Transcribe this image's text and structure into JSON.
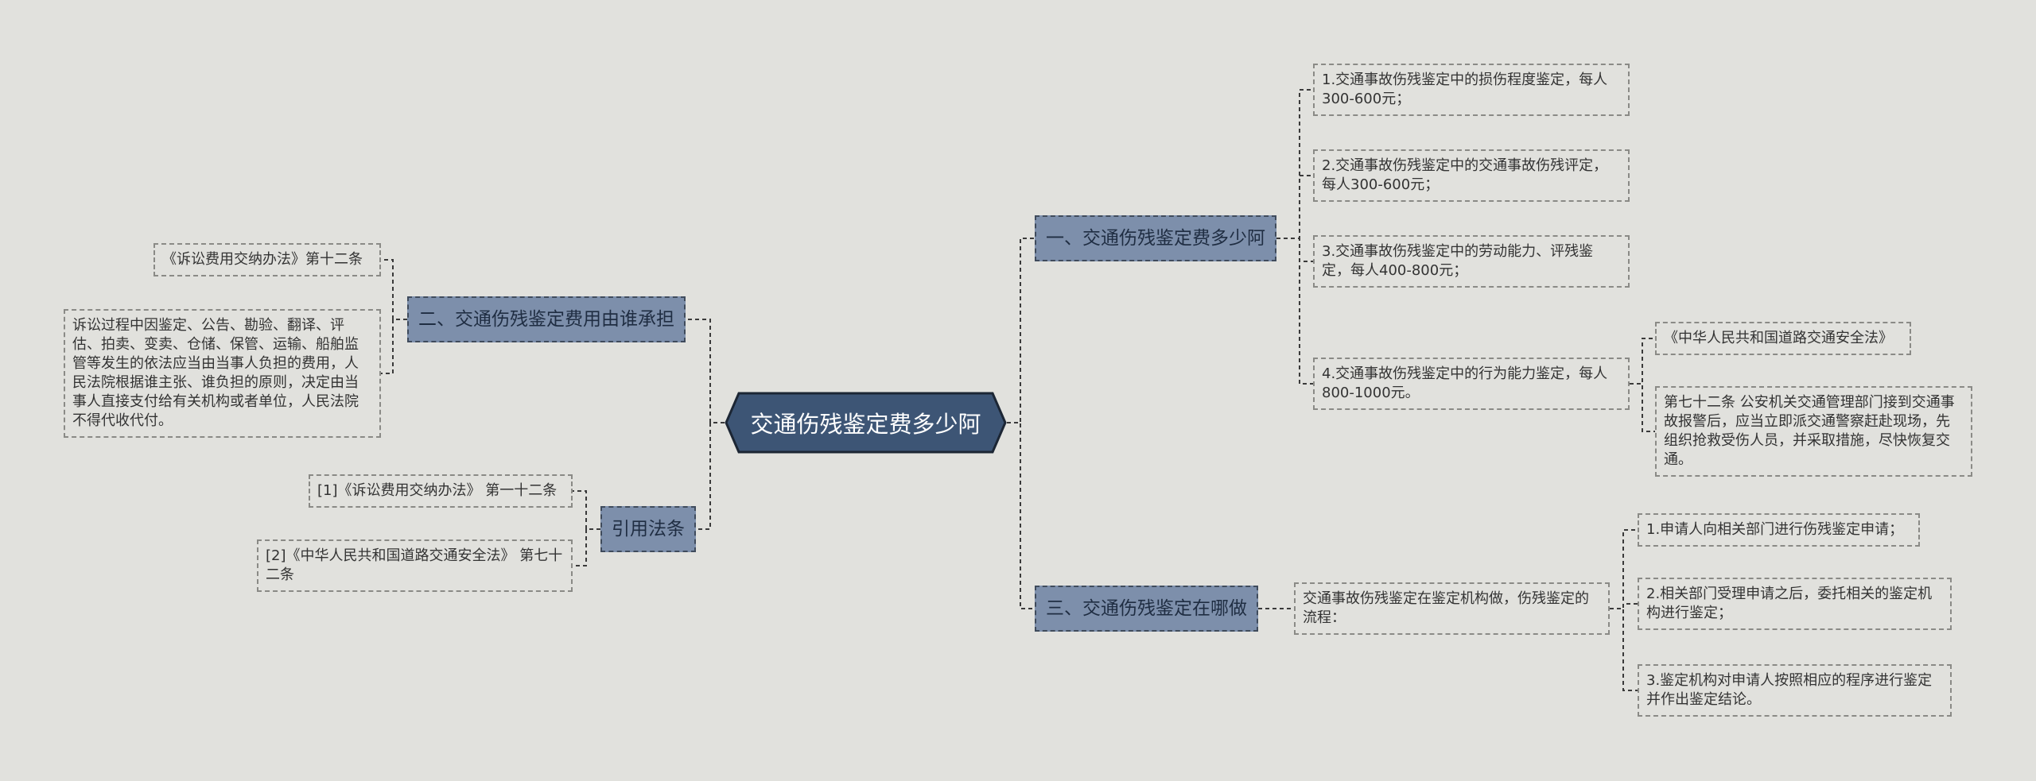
{
  "root": {
    "label": "交通伤残鉴定费多少阿"
  },
  "branches": {
    "fee": {
      "label": "一、交通伤残鉴定费多少阿"
    },
    "who": {
      "label": "二、交通伤残鉴定费用由谁承担"
    },
    "where": {
      "label": "三、交通伤残鉴定在哪做"
    },
    "cite": {
      "label": "引用法条"
    }
  },
  "leaves": {
    "fee_1": "1.交通事故伤残鉴定中的损伤程度鉴定，每人300-600元；",
    "fee_2": "2.交通事故伤残鉴定中的交通事故伤残评定，每人300-600元；",
    "fee_3": "3.交通事故伤残鉴定中的劳动能力、评残鉴定，每人400-800元；",
    "fee_4": "4.交通事故伤残鉴定中的行为能力鉴定，每人800-1000元。",
    "fee_4_law": "《中华人民共和国道路交通安全法》",
    "fee_4_article": "第七十二条 公安机关交通管理部门接到交通事故报警后，应当立即派交通警察赶赴现场，先组织抢救受伤人员，并采取措施，尽快恢复交通。",
    "who_1": "《诉讼费用交纳办法》第十二条",
    "who_2": "诉讼过程中因鉴定、公告、勘验、翻译、评估、拍卖、变卖、仓储、保管、运输、船舶监管等发生的依法应当由当事人负担的费用，人民法院根据谁主张、谁负担的原则，决定由当事人直接支付给有关机构或者单位，人民法院不得代收代付。",
    "where_intro": "交通事故伤残鉴定在鉴定机构做，伤残鉴定的流程：",
    "where_1": "1.申请人向相关部门进行伤残鉴定申请；",
    "where_2": "2.相关部门受理申请之后，委托相关的鉴定机构进行鉴定；",
    "where_3": "3.鉴定机构对申请人按照相应的程序进行鉴定并作出鉴定结论。",
    "cite_1": "[1]《诉讼费用交纳办法》 第一十二条",
    "cite_2": "[2]《中华人民共和国道路交通安全法》 第七十二条"
  },
  "colors": {
    "background": "#e1e1dd",
    "root_fill": "#3d5575",
    "branch_fill": "#7d8fab",
    "connector": "#3a3a3a"
  }
}
